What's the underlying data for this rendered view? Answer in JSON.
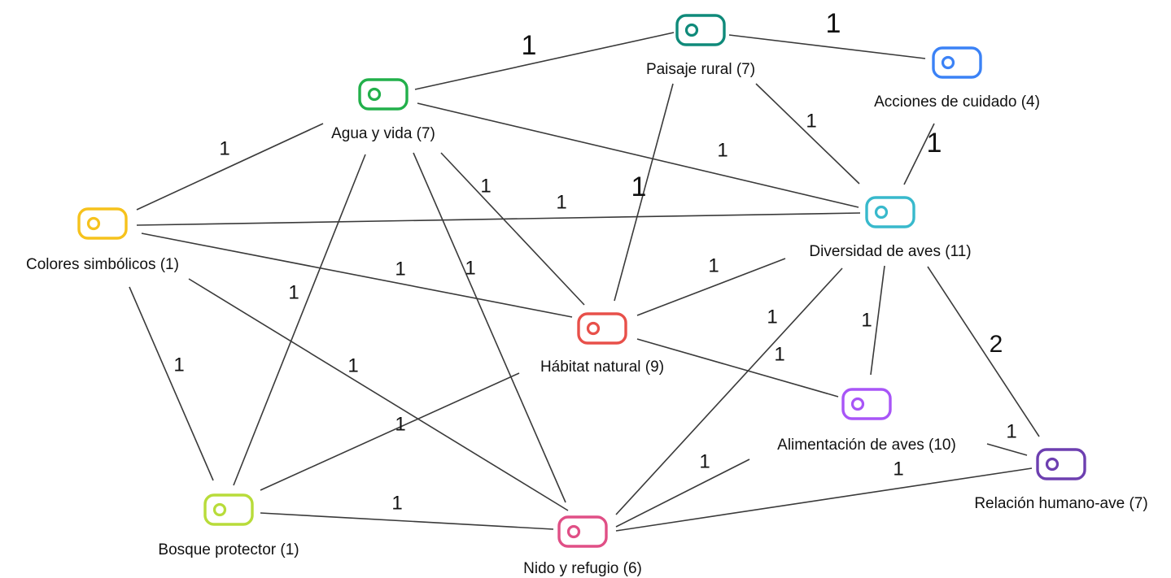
{
  "nodes": [
    {
      "id": "paisaje",
      "label": "Paisaje rural (7)",
      "color": "#0f8a7a"
    },
    {
      "id": "acciones",
      "label": "Acciones de cuidado (4)",
      "color": "#3b82f6"
    },
    {
      "id": "agua",
      "label": "Agua y vida (7)",
      "color": "#22b04b"
    },
    {
      "id": "colores",
      "label": "Colores simbólicos (1)",
      "color": "#f6c21c"
    },
    {
      "id": "diversidad",
      "label": "Diversidad de aves (11)",
      "color": "#38b9cc"
    },
    {
      "id": "habitat",
      "label": "Hábitat natural (9)",
      "color": "#e8504a"
    },
    {
      "id": "alimentacion",
      "label": "Alimentación de aves (10)",
      "color": "#a855f7"
    },
    {
      "id": "relacion",
      "label": "Relación humano-ave (7)",
      "color": "#6d3fb0"
    },
    {
      "id": "bosque",
      "label": "Bosque protector (1)",
      "color": "#b8dc3a"
    },
    {
      "id": "nido",
      "label": "Nido y refugio (6)",
      "color": "#e04f86"
    }
  ],
  "edges": [
    {
      "from": "agua",
      "to": "paisaje",
      "weight": "1"
    },
    {
      "from": "paisaje",
      "to": "acciones",
      "weight": "1"
    },
    {
      "from": "paisaje",
      "to": "diversidad",
      "weight": "1"
    },
    {
      "from": "paisaje",
      "to": "habitat",
      "weight": "1"
    },
    {
      "from": "acciones",
      "to": "diversidad",
      "weight": "1"
    },
    {
      "from": "agua",
      "to": "diversidad",
      "weight": "1"
    },
    {
      "from": "agua",
      "to": "colores",
      "weight": "1"
    },
    {
      "from": "agua",
      "to": "habitat",
      "weight": "1"
    },
    {
      "from": "agua",
      "to": "bosque",
      "weight": "1"
    },
    {
      "from": "agua",
      "to": "nido",
      "weight": "1"
    },
    {
      "from": "colores",
      "to": "diversidad",
      "weight": "1"
    },
    {
      "from": "colores",
      "to": "habitat",
      "weight": "1"
    },
    {
      "from": "colores",
      "to": "bosque",
      "weight": "1"
    },
    {
      "from": "colores",
      "to": "nido",
      "weight": "1"
    },
    {
      "from": "habitat",
      "to": "diversidad",
      "weight": "1"
    },
    {
      "from": "habitat",
      "to": "alimentacion",
      "weight": "1"
    },
    {
      "from": "habitat",
      "to": "bosque",
      "weight": "1"
    },
    {
      "from": "diversidad",
      "to": "alimentacion",
      "weight": "1"
    },
    {
      "from": "diversidad",
      "to": "relacion",
      "weight": "2"
    },
    {
      "from": "diversidad",
      "to": "nido",
      "weight": "1"
    },
    {
      "from": "alimentacion",
      "to": "relacion",
      "weight": "1"
    },
    {
      "from": "alimentacion",
      "to": "nido",
      "weight": "1"
    },
    {
      "from": "relacion",
      "to": "nido",
      "weight": "1"
    },
    {
      "from": "bosque",
      "to": "nido",
      "weight": "1"
    }
  ]
}
